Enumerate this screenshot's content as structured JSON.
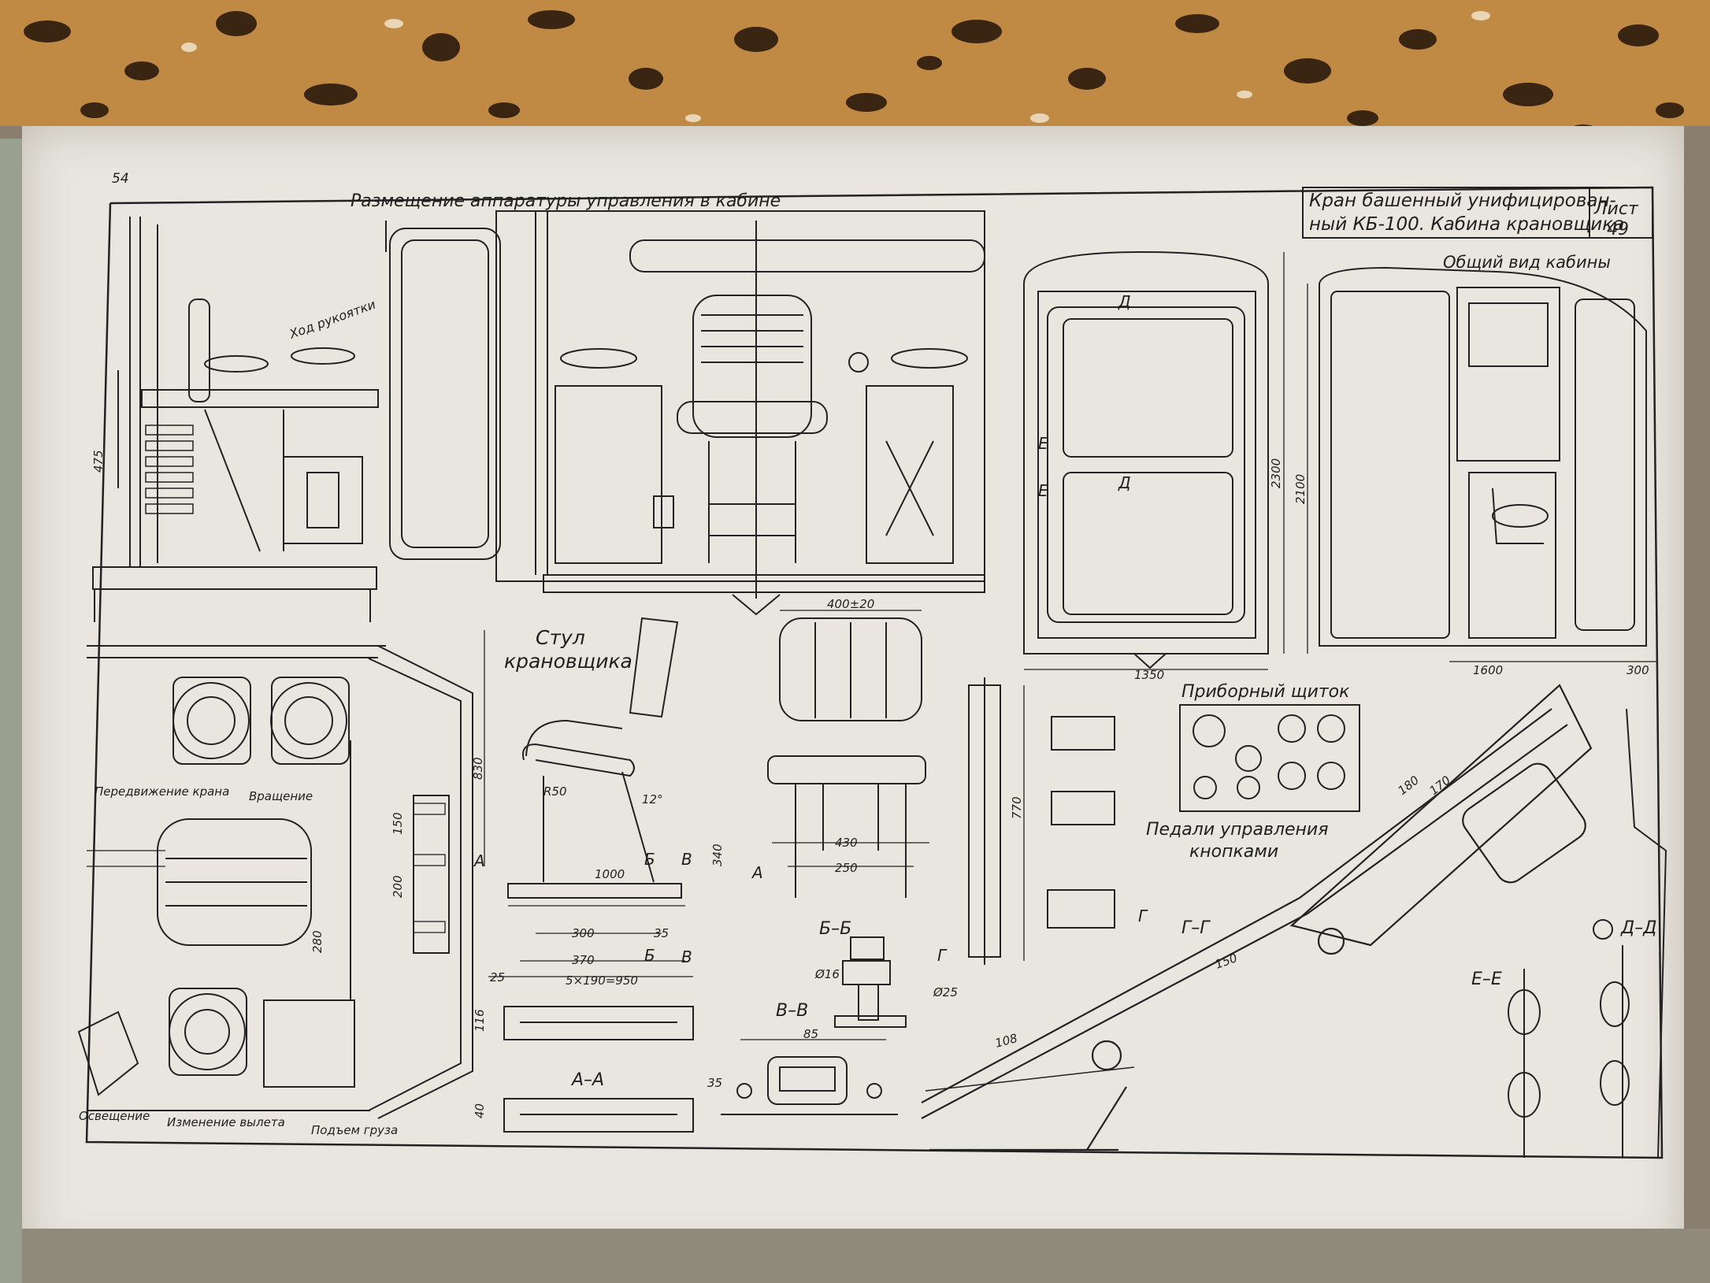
{
  "page_number": "54",
  "title_block": {
    "line1": "Кран башенный унифицирован-",
    "line2": "ный КБ-100. Кабина крановщика",
    "sheet_label": "Лист",
    "sheet_number": "49"
  },
  "captions": {
    "equipment_placement": "Размещение аппаратуры управления в кабине",
    "handle_travel": "Ход рукоятки",
    "general_view": "Общий вид кабины",
    "chair_line1": "Стул",
    "chair_line2": "крановщика",
    "instrument_panel": "Приборный щиток",
    "pedals_line1": "Педали управления",
    "pedals_line2": "кнопками",
    "crane_travel": "Передвижение крана",
    "rotation": "Вращение",
    "lighting": "Освещение",
    "boom_reach": "Изменение вылета",
    "load_lift": "Подъем груза"
  },
  "sections": {
    "bb": "Б–Б",
    "vv": "В–В",
    "aa": "А–А",
    "gg": "Г–Г",
    "ee": "Е–Е",
    "dd": "Д–Д",
    "mark_a": "А",
    "mark_b": "Б",
    "mark_v": "В",
    "mark_g": "Г",
    "mark_d": "Д",
    "mark_e": "Е"
  },
  "dimensions": {
    "d475": "475",
    "d400": "400±20",
    "d2300": "2300",
    "d2100": "2100",
    "d1350": "1350",
    "d1600": "1600",
    "d300": "300",
    "d830": "830",
    "r50": "R50",
    "d12": "12°",
    "d1000": "1000",
    "d340": "340",
    "d300b": "300",
    "d35": "35",
    "d370": "370",
    "d25": "25",
    "d5x190": "5×190=950",
    "d116": "116",
    "d40": "40",
    "d35b": "35",
    "d430": "430",
    "d250": "250",
    "d16": "Ø16",
    "d25b": "Ø25",
    "d85": "85",
    "d770": "770",
    "d150": "150",
    "d200": "200",
    "d280": "280",
    "d180": "180",
    "d170": "170",
    "d150b": "150",
    "d108": "108"
  },
  "colors": {
    "paper": "#e8e6df",
    "ink": "#222222",
    "floor": "#b9833f"
  }
}
